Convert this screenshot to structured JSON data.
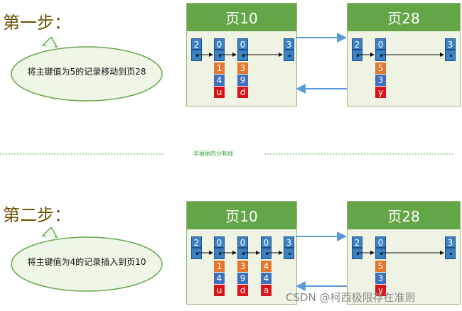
{
  "colors": {
    "page_header": "#62a647",
    "page_body": "#eef3e3",
    "pointer_cell": "#3b82c4",
    "key_cell": "#e2772f",
    "value_cell": "#3f70c0",
    "data_cell": "#d7141b",
    "link_arrow": "#5b9bd5",
    "title_text": "#6b5000",
    "divider": "#4caf50"
  },
  "step1": {
    "title": "第一步：",
    "bubble_text": "将主键值为5的记录移动到页28",
    "page_left": {
      "title": "页10",
      "header_cells": [
        "2",
        "0",
        "0",
        "3"
      ],
      "records": [
        {
          "key": "1",
          "val": "4",
          "data": "u"
        },
        {
          "key": "3",
          "val": "9",
          "data": "d"
        }
      ]
    },
    "page_right": {
      "title": "页28",
      "header_cells": [
        "2",
        "0",
        "3"
      ],
      "records": [
        {
          "key": "5",
          "val": "3",
          "data": "y"
        }
      ]
    }
  },
  "divider": {
    "label": "华丽丽的分割线"
  },
  "step2": {
    "title": "第二步：",
    "bubble_text": "将主键值为4的记录插入到页10",
    "page_left": {
      "title": "页10",
      "header_cells": [
        "2",
        "0",
        "0",
        "0",
        "3"
      ],
      "records": [
        {
          "key": "1",
          "val": "4",
          "data": "u"
        },
        {
          "key": "3",
          "val": "9",
          "data": "d"
        },
        {
          "key": "4",
          "val": "4",
          "data": "a"
        }
      ]
    },
    "page_right": {
      "title": "页28",
      "header_cells": [
        "2",
        "0",
        "3"
      ],
      "records": [
        {
          "key": "5",
          "val": "3",
          "data": "y"
        }
      ]
    }
  },
  "watermark": "CSDN @柯西极限存在准则"
}
